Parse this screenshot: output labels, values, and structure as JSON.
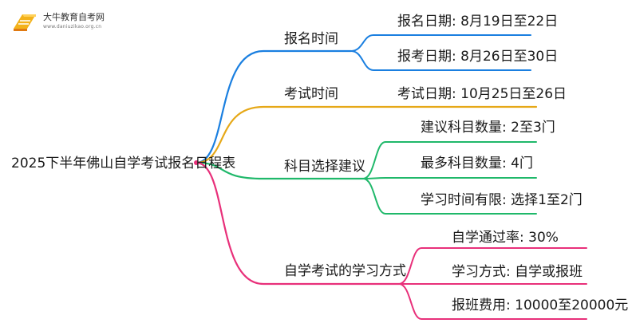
{
  "watermark": {
    "title": "大牛教育自考网",
    "url": "www.daniuzikao.org.cn",
    "logo_icon": "book-logo-icon"
  },
  "mindmap": {
    "root": "2025下半年佛山自学考试报名日程表",
    "branches": [
      {
        "label": "报名时间",
        "color": "#1a7fe0",
        "children": [
          "报名日期: 8月19日至22日",
          "报考日期: 8月26日至30日"
        ]
      },
      {
        "label": "考试时间",
        "color": "#e6a817",
        "children": [
          "考试日期: 10月25日至26日"
        ]
      },
      {
        "label": "科目选择建议",
        "color": "#1fb86a",
        "children": [
          "建议科目数量: 2至3门",
          "最多科目数量: 4门",
          "学习时间有限: 选择1至2门"
        ]
      },
      {
        "label": "自学考试的学习方式",
        "color": "#e8307a",
        "children": [
          "自学通过率: 30%",
          "学习方式: 自学或报班",
          "报班费用: 10000至20000元"
        ]
      }
    ]
  }
}
